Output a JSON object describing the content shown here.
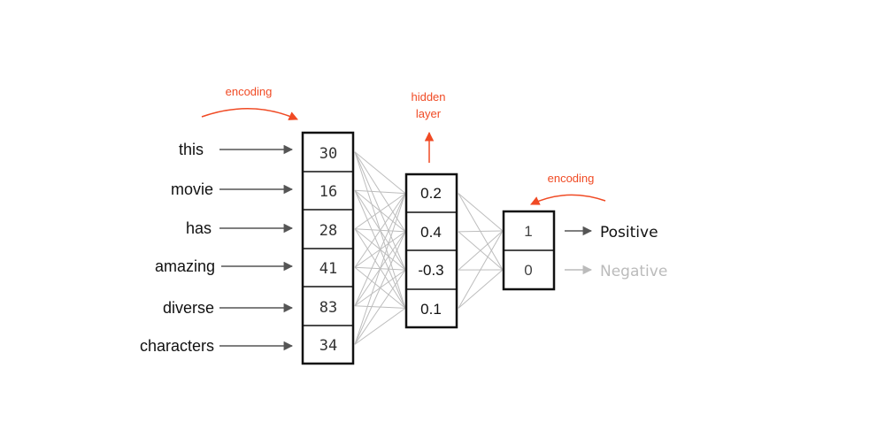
{
  "inputs": {
    "words": [
      "this",
      "movie",
      "has",
      "amazing",
      "diverse",
      "characters"
    ],
    "values": [
      "30",
      "16",
      "28",
      "41",
      "83",
      "34"
    ]
  },
  "hidden": {
    "label_line1": "hidden",
    "label_line2": "layer",
    "values": [
      "0.2",
      "0.4",
      "-0.3",
      "0.1"
    ]
  },
  "output": {
    "values": [
      "1",
      "0"
    ],
    "classes": [
      "Positive",
      "Negative"
    ]
  },
  "annotations": {
    "encoding_left": "encoding",
    "encoding_right": "encoding"
  },
  "colors": {
    "accent": "#f04a24",
    "box": "#111111",
    "connection": "#bdbdbd",
    "arrow": "#555555",
    "inactive": "#bbbbbb"
  }
}
